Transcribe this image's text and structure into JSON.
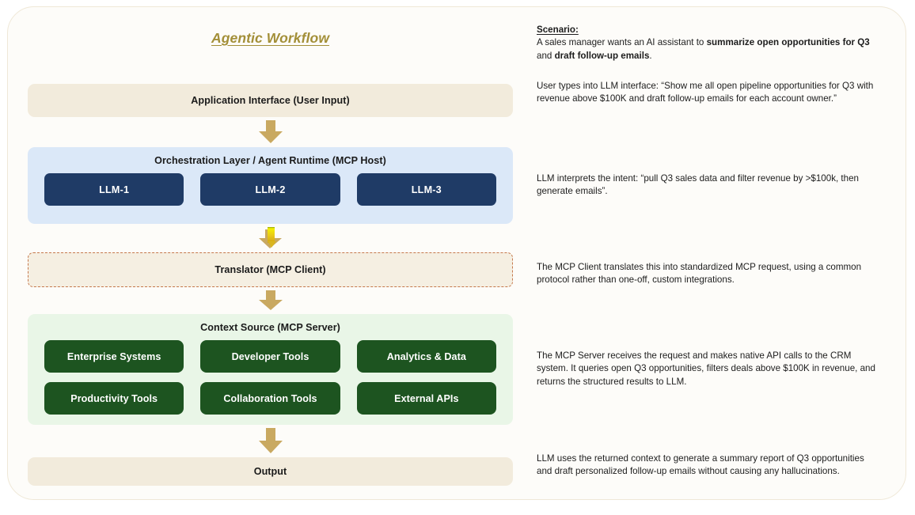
{
  "diagram": {
    "title": "Agentic Workflow",
    "stages": {
      "application_interface": "Application Interface (User Input)",
      "orchestration": "Orchestration Layer / Agent Runtime (MCP Host)",
      "translator": "Translator (MCP Client)",
      "context_source": "Context Source (MCP Server)",
      "output": "Output"
    },
    "llms": [
      {
        "label": "LLM-1"
      },
      {
        "label": "LLM-2"
      },
      {
        "label": "LLM-3"
      }
    ],
    "tools": [
      {
        "label": "Enterprise Systems"
      },
      {
        "label": "Developer Tools"
      },
      {
        "label": "Analytics & Data"
      },
      {
        "label": "Productivity Tools"
      },
      {
        "label": "Collaboration Tools"
      },
      {
        "label": "External APIs"
      }
    ],
    "arrows": [
      {
        "name": "arrow-app-to-orchestration",
        "style": "solid-tan"
      },
      {
        "name": "arrow-llm2-to-translator",
        "style": "tan-with-yellow-gradient-stem"
      },
      {
        "name": "arrow-translator-to-context",
        "style": "solid-tan"
      },
      {
        "name": "arrow-context-to-output",
        "style": "solid-tan"
      }
    ]
  },
  "notes": {
    "scenario_heading": "Scenario:",
    "scenario_text_1": "A sales manager wants an AI assistant to ",
    "scenario_bold_1": "summarize open opportunities for Q3",
    "scenario_text_2": " and ",
    "scenario_bold_2": "draft follow-up emails",
    "scenario_text_3": ".",
    "user_input": "User types into LLM interface: “Show me all open pipeline opportunities for Q3 with revenue above $100K and draft follow-up emails for each account owner.”",
    "llm_intent": "LLM interprets the intent: “pull Q3 sales data and filter revenue by >$100k, then generate emails”.",
    "mcp_client": "The MCP Client translates this into standardized MCP request, using a common protocol rather than one-off, custom integrations.",
    "mcp_server": "The MCP Server receives the request and makes native API calls to the CRM system. It queries open Q3 opportunities, filters deals above $100K in revenue, and returns the structured results to LLM.",
    "llm_output": "LLM uses the returned context to generate a summary report of Q3 opportunities and draft personalized follow-up emails without causing any hallucinations."
  },
  "colors": {
    "title_gold": "#a38f38",
    "arrow_tan": "#c9a961",
    "cream_band": "#f2ebdc",
    "blue_band": "#dbe8f8",
    "green_band": "#e9f6e7",
    "navy_card": "#1f3b66",
    "green_card": "#1d5420",
    "dashed_border": "#c5784c",
    "card_border": "#efe8d7",
    "page_background": "#fdfcf9"
  }
}
